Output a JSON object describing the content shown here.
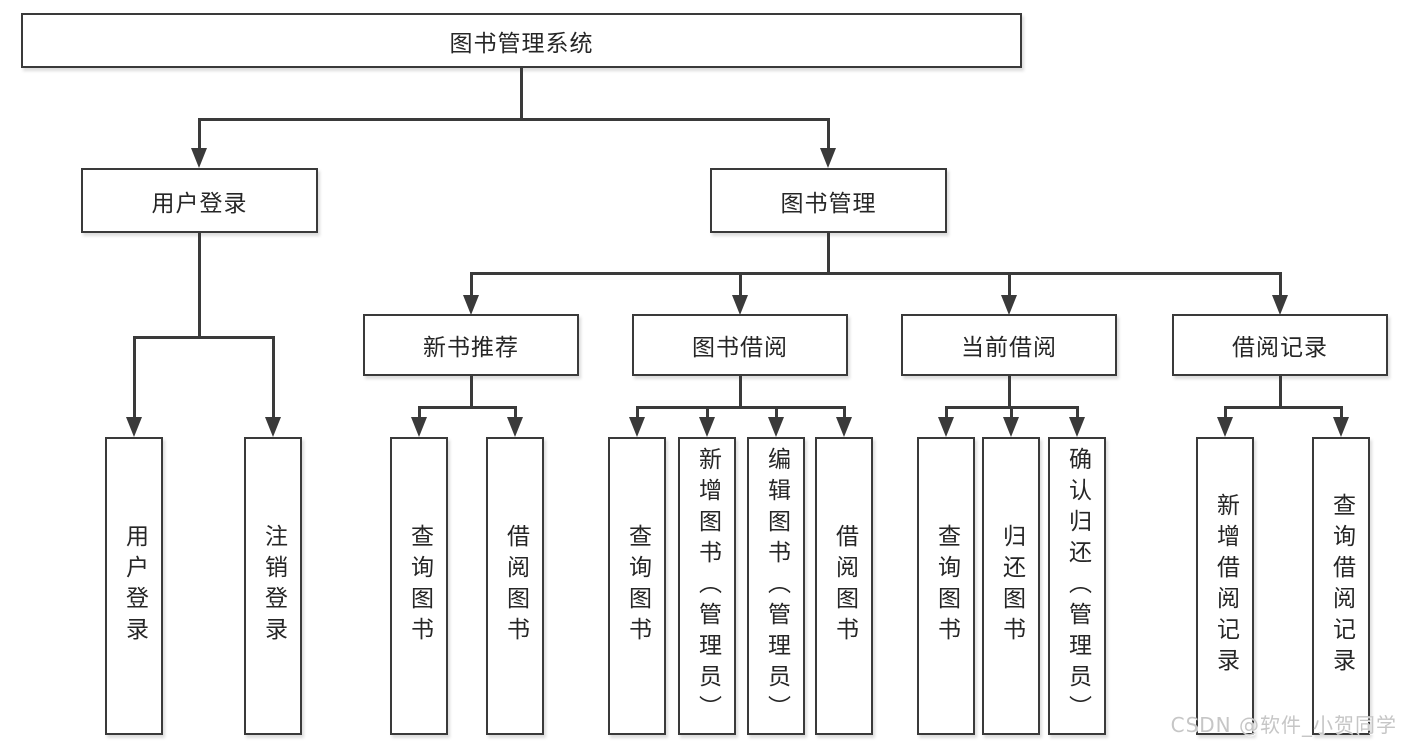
{
  "colors": {
    "line": "#3a3a3a",
    "text": "#262626",
    "background": "#ffffff",
    "watermark": "#c6c6c6"
  },
  "watermark": {
    "text": "CSDN @软件_小贺同学"
  },
  "tree": {
    "root": {
      "label": "图书管理系统"
    },
    "branches": [
      {
        "label": "用户登录",
        "children": [
          {
            "label": "用户登录"
          },
          {
            "label": "注销登录"
          }
        ]
      },
      {
        "label": "图书管理",
        "children": [
          {
            "label": "新书推荐",
            "children": [
              {
                "label": "查询图书"
              },
              {
                "label": "借阅图书"
              }
            ]
          },
          {
            "label": "图书借阅",
            "children": [
              {
                "label": "查询图书"
              },
              {
                "label": "新增图书（管理员）"
              },
              {
                "label": "编辑图书（管理员）"
              },
              {
                "label": "借阅图书"
              }
            ]
          },
          {
            "label": "当前借阅",
            "children": [
              {
                "label": "查询图书"
              },
              {
                "label": "归还图书"
              },
              {
                "label": "确认归还（管理员）"
              }
            ]
          },
          {
            "label": "借阅记录",
            "children": [
              {
                "label": "新增借阅记录"
              },
              {
                "label": "查询借阅记录"
              }
            ]
          }
        ]
      }
    ]
  }
}
